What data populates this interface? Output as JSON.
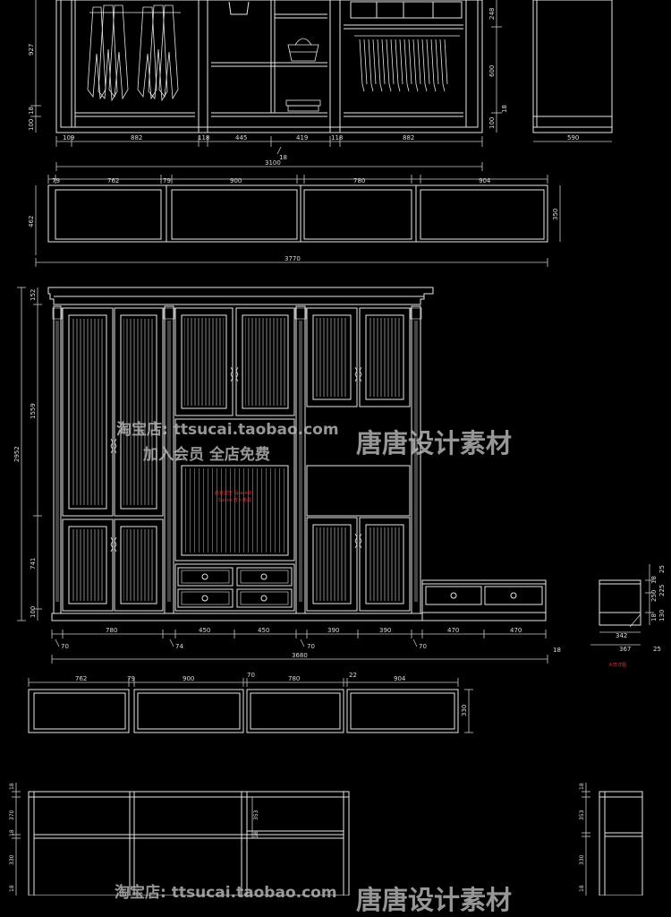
{
  "colors": {
    "background": "#000000",
    "line": "#e6e6e6",
    "dim": "#c8c8c8",
    "accent": "#e03030",
    "watermark": "#b9b9b9"
  },
  "top_elevation": {
    "dims_bottom": [
      "109",
      "882",
      "118",
      "445",
      "419",
      "118",
      "882"
    ],
    "dims_left": [
      "927",
      "18",
      "100"
    ],
    "dims_right": [
      "248",
      "600",
      "100",
      "18"
    ],
    "total_width": "3100",
    "small_mark": "18"
  },
  "side_top": {
    "depth": "590"
  },
  "top_plan": {
    "dims_top": [
      "79",
      "762",
      "79",
      "900",
      "780",
      "904"
    ],
    "depth_left": "462",
    "depth_right": "350",
    "total_width": "3770"
  },
  "main_elevation": {
    "dims_left": [
      "152",
      "1559",
      "2952",
      "741",
      "100"
    ],
    "dims_bottom": [
      "70",
      "780",
      "74",
      "450",
      "450",
      "70",
      "390",
      "390",
      "70",
      "470",
      "470",
      "18"
    ],
    "total_width": "3680",
    "red_note_line1": "此处留空 Space处",
    "red_note_line2": "Space 放入电视"
  },
  "side_detail": {
    "dims_right": [
      "25",
      "18",
      "250",
      "225",
      "130",
      "18"
    ],
    "dims_bottom": [
      "342",
      "367",
      "25"
    ],
    "red_caption": "大样详图"
  },
  "plan_mid": {
    "dims_top": [
      "762",
      "79",
      "900",
      "70",
      "780",
      "22",
      "904"
    ],
    "depth": "330"
  },
  "bottom_section": {
    "dims_left": [
      "18",
      "370",
      "18",
      "330",
      "18"
    ],
    "dims_mid": [
      "353",
      "18"
    ],
    "dims_right": [
      "18",
      "353",
      "330",
      "18"
    ]
  },
  "watermarks": {
    "shop1": "淘宝店: ttsucai.taobao.com",
    "member1": "加入会员 全店免费",
    "brand1": "唐唐设计素材",
    "shop2": "淘宝店: ttsucai.taobao.com",
    "brand2": "唐唐设计素材"
  }
}
